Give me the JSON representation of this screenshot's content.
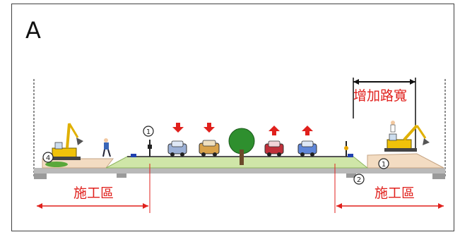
{
  "panel_label": "A",
  "labels": {
    "work_zone_left": "施工區",
    "work_zone_right": "施工區",
    "road_widening": "增加路寬"
  },
  "markers": [
    "①",
    "②",
    "④"
  ],
  "colors": {
    "zone_dimension": "#e0201c",
    "road_surface": "#cfe6a8",
    "work_area": "#f3dcc2",
    "traffic_arrow_down": "#e0201c",
    "traffic_arrow_up": "#e0201c"
  },
  "icons": [
    "excavator-left-icon",
    "worker-icon",
    "traffic-cone-icon",
    "car-icon",
    "truck-icon",
    "tree-icon",
    "excavator-right-icon",
    "arrow-down-icon",
    "arrow-up-icon"
  ]
}
